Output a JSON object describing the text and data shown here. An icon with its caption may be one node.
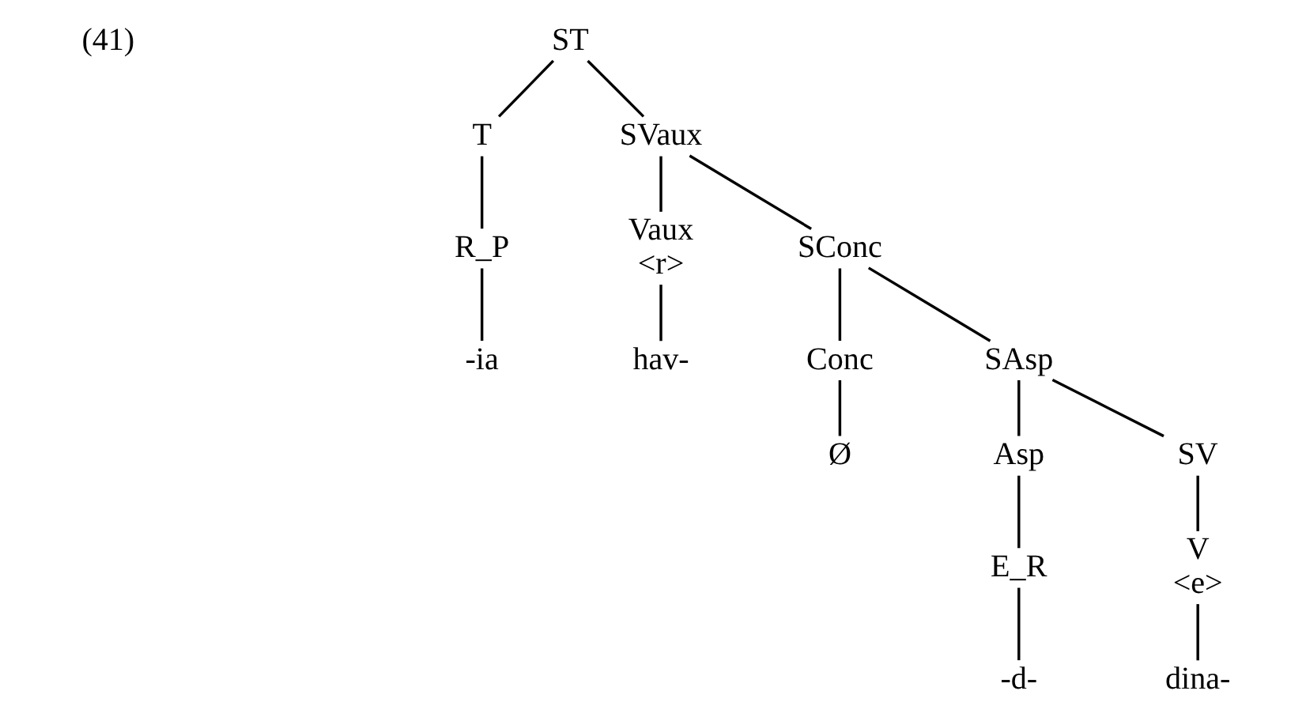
{
  "diagram": {
    "nodes": [
      {
        "text": [
          "ST"
        ]
      },
      {
        "text": [
          "T"
        ]
      },
      {
        "text": [
          "SVaux"
        ]
      },
      {
        "text": [
          "R_P"
        ]
      },
      {
        "text": [
          "Vaux",
          "<r>"
        ]
      },
      {
        "text": [
          "SConc"
        ]
      },
      {
        "text": [
          "-ia"
        ]
      },
      {
        "text": [
          "hav-"
        ]
      },
      {
        "text": [
          "Conc"
        ]
      },
      {
        "text": [
          "SAsp"
        ]
      },
      {
        "text": [
          "Ø"
        ]
      },
      {
        "text": [
          "Asp"
        ]
      },
      {
        "text": [
          "SV"
        ]
      },
      {
        "text": [
          "E_R"
        ]
      },
      {
        "text": [
          "V",
          "<e>"
        ]
      },
      {
        "text": [
          "-d-"
        ]
      },
      {
        "text": [
          "dina-"
        ]
      }
    ],
    "edges": [
      {
        "from": 0,
        "to": 1,
        "arrow": "none"
      },
      {
        "from": 0,
        "to": 2,
        "arrow": "none"
      },
      {
        "from": 1,
        "to": 3,
        "arrow": "none"
      },
      {
        "from": 3,
        "to": 6,
        "arrow": "none"
      },
      {
        "from": 2,
        "to": 4,
        "arrow": "none"
      },
      {
        "from": 4,
        "to": 7,
        "arrow": "none"
      },
      {
        "from": 2,
        "to": 5,
        "arrow": "none"
      },
      {
        "from": 5,
        "to": 8,
        "arrow": "none"
      },
      {
        "from": 5,
        "to": 9,
        "arrow": "none"
      },
      {
        "from": 8,
        "to": 10,
        "arrow": "none"
      },
      {
        "from": 9,
        "to": 11,
        "arrow": "none"
      },
      {
        "from": 9,
        "to": 12,
        "arrow": "none"
      },
      {
        "from": 11,
        "to": 13,
        "arrow": "none"
      },
      {
        "from": 13,
        "to": 15,
        "arrow": "none"
      },
      {
        "from": 12,
        "to": 14,
        "arrow": "none"
      },
      {
        "from": 14,
        "to": 16,
        "arrow": "none"
      }
    ],
    "labels": [
      "(41)"
    ]
  }
}
